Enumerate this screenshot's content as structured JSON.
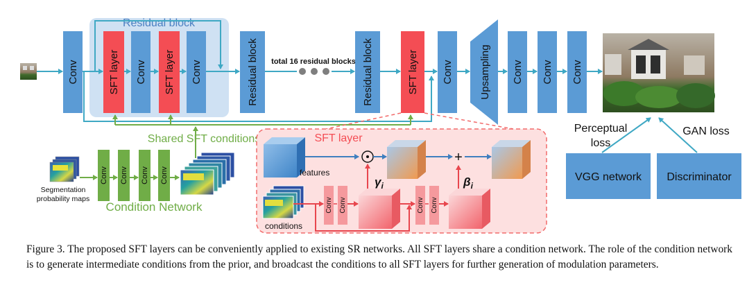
{
  "figure": {
    "residual_block_title": "Residual block",
    "conv_label": "Conv",
    "sft_layer_label": "SFT layer",
    "residual_block_label": "Residual block",
    "total_blocks_label": "total 16 residual blocks",
    "upsampling_label": "Upsampling",
    "shared_conditions_label": "Shared SFT conditions",
    "condition_network_label": "Condition Network",
    "segmentation_label_line1": "Segmentation",
    "segmentation_label_line2": "probability maps",
    "sft_detail_title": "SFT layer",
    "features_label": "features",
    "conditions_label": "conditions",
    "gamma_label": "γ",
    "gamma_sub": "i",
    "beta_label": "β",
    "beta_sub": "i",
    "odot_symbol": "⊙",
    "plus_symbol": "+",
    "perceptual_loss_line1": "Perceptual",
    "perceptual_loss_line2": "loss",
    "gan_loss_label": "GAN loss",
    "vgg_label": "VGG network",
    "discriminator_label": "Discriminator"
  },
  "colors": {
    "block_blue": "#5b9bd5",
    "sft_red": "#f44d54",
    "cond_green": "#70ad47",
    "arrow_teal": "#3fa8c4",
    "region_bg": "#cfe1f3",
    "sft_panel_bg": "#fde0e0",
    "sft_panel_border": "#f26b6b"
  },
  "caption": {
    "text": "Figure 3. The proposed SFT layers can be conveniently applied to existing SR networks. All SFT layers share a condition network. The role of the condition network is to generate intermediate conditions from the prior, and broadcast the conditions to all SFT layers for further generation of modulation parameters."
  }
}
